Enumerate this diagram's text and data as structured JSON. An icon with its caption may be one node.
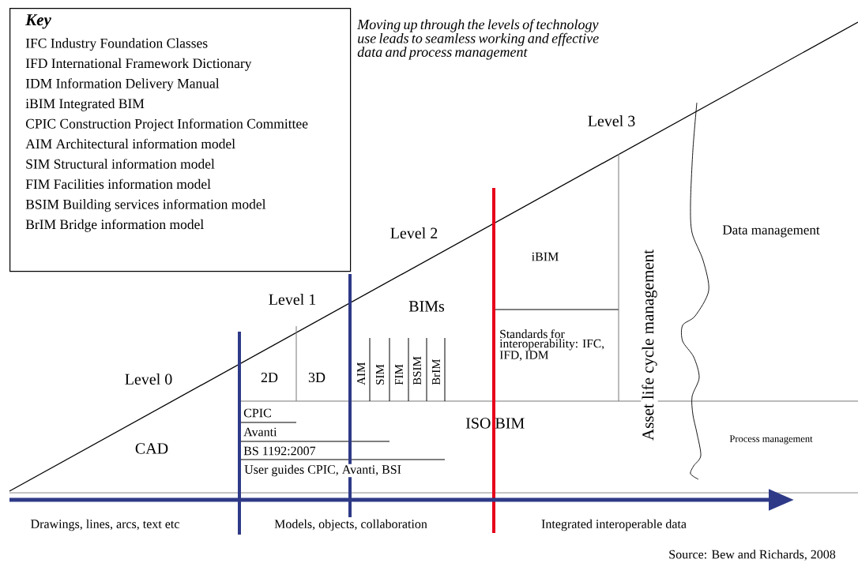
{
  "diagram": {
    "caption": "Source: Bew and Richards, 2008",
    "nodes": [
      {
        "text": [
          "Key",
          "IFC Industry Foundation Classes",
          "IFD International Framework Dictionary",
          "IDM Information Delivery Manual",
          "iBIM Integrated BIM",
          "CPIC Construction Project Information Committee",
          "AIM Architectural information model",
          "SIM Structural information model",
          "FIM Facilities information model",
          "BSIM Building services information model",
          "BrIM Bridge information model"
        ]
      }
    ],
    "labels": [
      "Moving up through the levels of technology use leads to seamless working and effective data and process management",
      "Level 3",
      "Level 2",
      "iBIM",
      "Asset life cycle management",
      "Data management",
      "Level 1",
      "BIMs",
      "Standards for interoperability: IFC, IFD, IDM",
      "Level 0",
      "2D",
      "3D",
      "AIM",
      "SIM",
      "FIM",
      "BSIM",
      "BrIM",
      "CAD",
      "CPIC",
      "Avanti",
      "ISO BIM",
      "Process management",
      "BS 1192:2007",
      "User guides CPIC, Avanti, BSI",
      "Drawings, lines, arcs, text etc",
      "Models, objects, collaboration",
      "Integrated interoperable data"
    ]
  }
}
